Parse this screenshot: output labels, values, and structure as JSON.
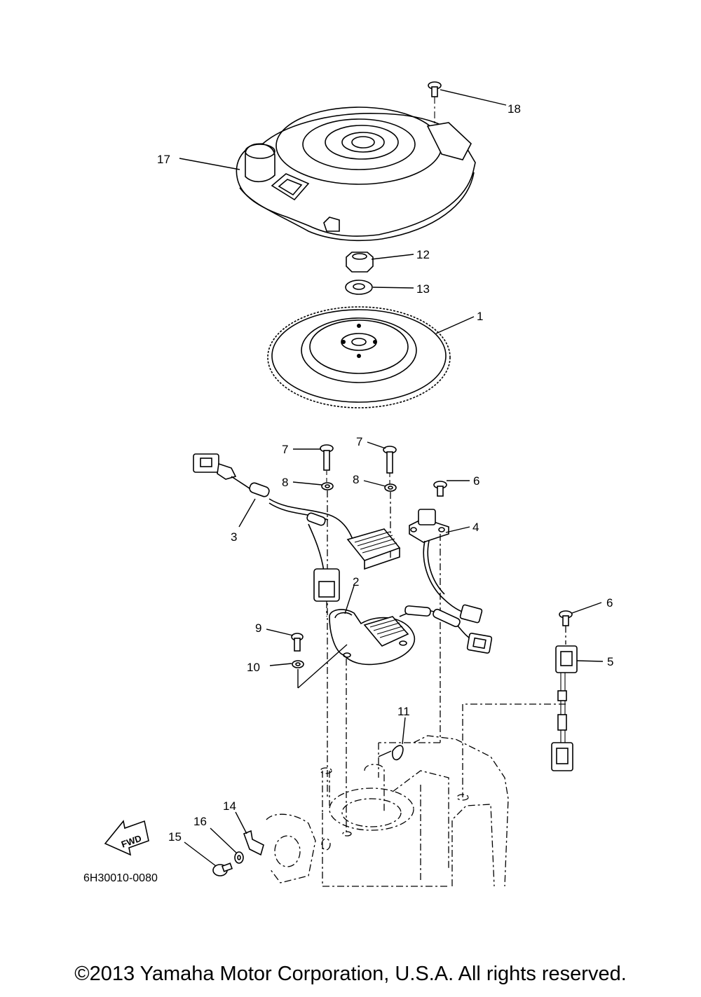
{
  "diagram": {
    "callouts": [
      {
        "id": "c1",
        "label": "1"
      },
      {
        "id": "c2",
        "label": "2"
      },
      {
        "id": "c3",
        "label": "3"
      },
      {
        "id": "c4",
        "label": "4"
      },
      {
        "id": "c5",
        "label": "5"
      },
      {
        "id": "c6a",
        "label": "6"
      },
      {
        "id": "c6b",
        "label": "6"
      },
      {
        "id": "c7a",
        "label": "7"
      },
      {
        "id": "c7b",
        "label": "7"
      },
      {
        "id": "c8a",
        "label": "8"
      },
      {
        "id": "c8b",
        "label": "8"
      },
      {
        "id": "c9",
        "label": "9"
      },
      {
        "id": "c10",
        "label": "10"
      },
      {
        "id": "c11",
        "label": "11"
      },
      {
        "id": "c12",
        "label": "12"
      },
      {
        "id": "c13",
        "label": "13"
      },
      {
        "id": "c14",
        "label": "14"
      },
      {
        "id": "c15",
        "label": "15"
      },
      {
        "id": "c16",
        "label": "16"
      },
      {
        "id": "c17",
        "label": "17"
      },
      {
        "id": "c18",
        "label": "18"
      }
    ],
    "fwd_label": "FWD",
    "diagram_code": "6H30010-0080"
  },
  "footer": {
    "copyright": "©2013 Yamaha Motor Corporation, U.S.A. All rights reserved."
  }
}
